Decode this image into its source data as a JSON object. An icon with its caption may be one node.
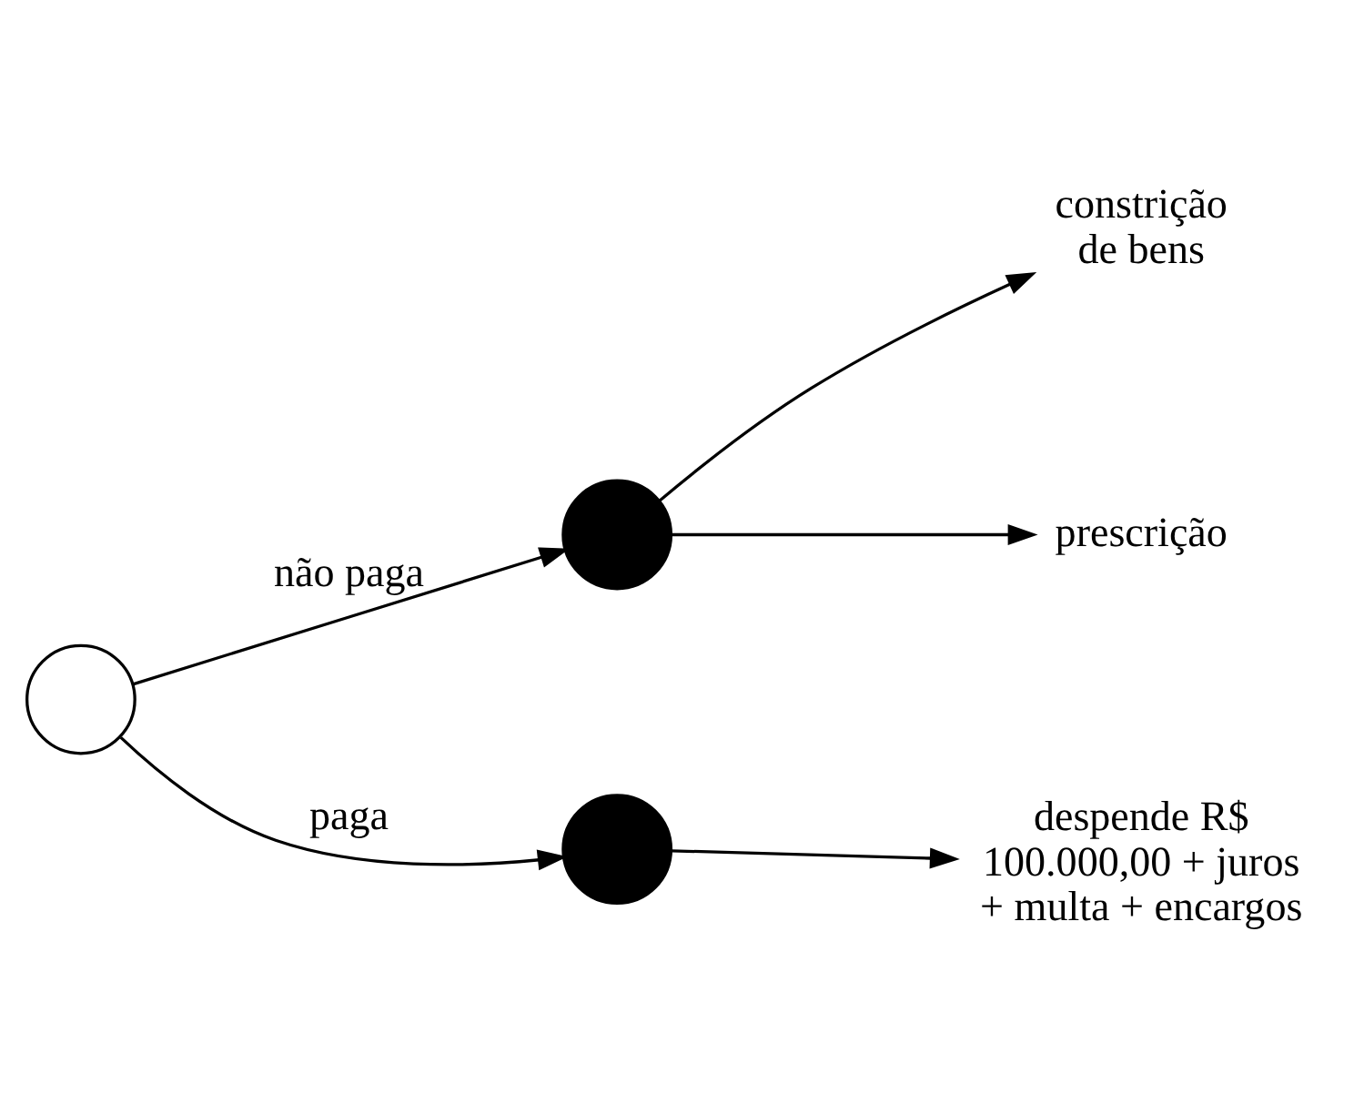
{
  "diagram": {
    "nodes": [
      {
        "text": [],
        "shape": "circle"
      },
      {
        "text": [],
        "shape": "circle"
      },
      {
        "text": [],
        "shape": "circle"
      },
      {
        "text": [
          "constrição de bens"
        ]
      },
      {
        "text": [
          "prescrição"
        ]
      },
      {
        "text": [
          "despende R$ 100.000,00 + juros + multa + encargos"
        ]
      }
    ],
    "edges": [
      {
        "from": 0,
        "to": 1,
        "arrow": "to",
        "label": "não paga"
      },
      {
        "from": 0,
        "to": 2,
        "arrow": "to",
        "label": "paga"
      },
      {
        "from": 1,
        "to": 3,
        "arrow": "to"
      },
      {
        "from": 1,
        "to": 4,
        "arrow": "to"
      },
      {
        "from": 2,
        "to": 5,
        "arrow": "to"
      }
    ]
  }
}
